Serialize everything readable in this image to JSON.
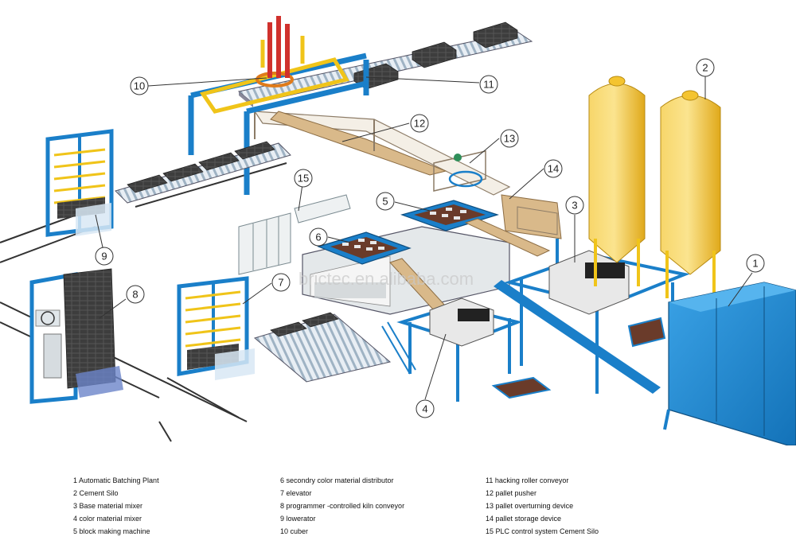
{
  "watermark": "brictec.en.alibaba.com",
  "callouts": [
    "1",
    "2",
    "3",
    "4",
    "5",
    "6",
    "7",
    "8",
    "9",
    "10",
    "11",
    "12",
    "13",
    "14",
    "15"
  ],
  "legend": {
    "col1": [
      "1 Automatic Batching Plant",
      "2 Cement Silo",
      "3 Base material mixer",
      "4 color material mixer",
      "5 block making machine"
    ],
    "col2": [
      "6 secondry color material distributor",
      "7 elevator",
      "8 programmer -controlled kiln conveyor",
      "9 lowerator",
      "10 cuber"
    ],
    "col3": [
      "11 hacking roller conveyor",
      "12 pallet pusher",
      "13 pallet overturning device",
      "14 pallet storage device",
      "15 PLC control system Cement Silo"
    ]
  },
  "colors": {
    "steel_blue": "#1a7fc9",
    "silo_yellow": "#f4c430",
    "batching_blue": "#1f8fd6",
    "block_dark": "#4a4a4a",
    "pallet_tan": "#d9b98a",
    "frame_yellow": "#f0c419",
    "cuber_red": "#d0312d"
  }
}
